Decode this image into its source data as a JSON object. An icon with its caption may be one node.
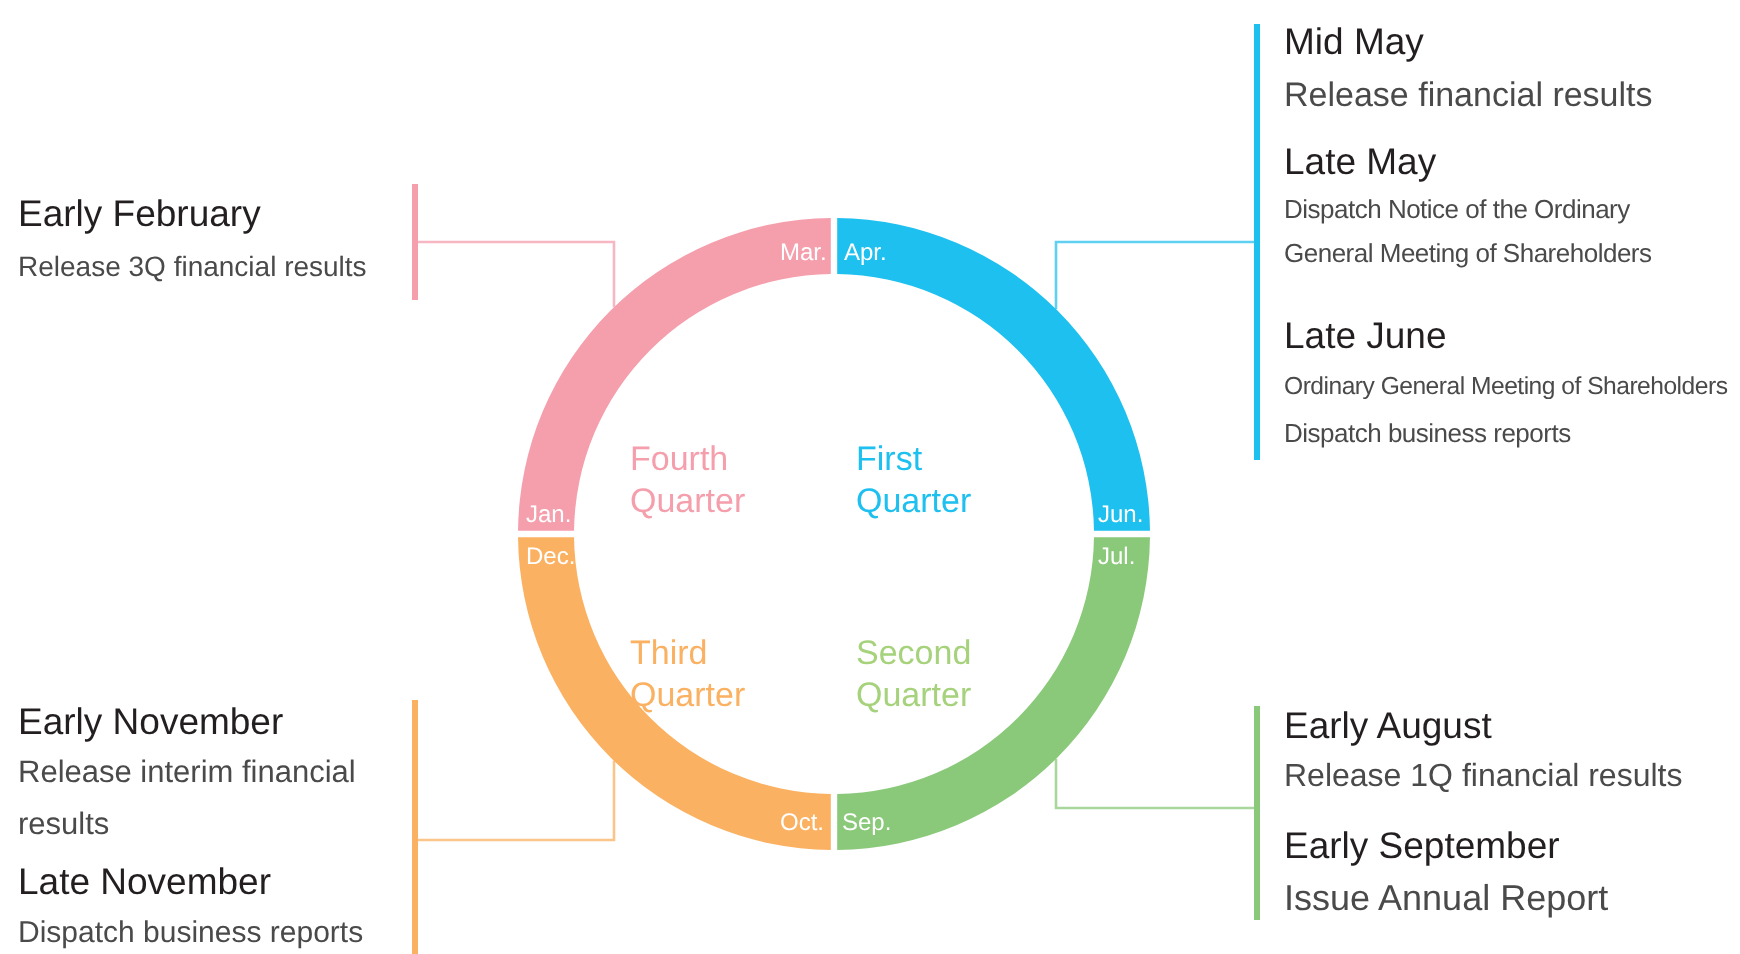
{
  "diagram": {
    "nodes": [
      {
        "text": [],
        "shape": "bar"
      },
      {
        "text": [
          "Mid May",
          "Release financial results"
        ]
      },
      {
        "text": [
          "Late May",
          "Dispatch Notice of the Ordinary General Meeting of Shareholders"
        ]
      },
      {
        "text": [
          "Late June",
          "Ordinary General Meeting of Shareholders",
          "Dispatch business reports"
        ]
      },
      {
        "text": [],
        "shape": "bar"
      },
      {
        "text": [
          "Early February",
          "Release 3Q financial results"
        ]
      },
      {
        "text": [
          "Mar.",
          "Jan."
        ],
        "beside": [
          "Fourth Quarter"
        ]
      },
      {
        "text": [
          "Apr.",
          "Jun."
        ],
        "beside": [
          "First Quarter"
        ]
      },
      {
        "text": [
          "Dec.",
          "Oct."
        ],
        "beside": [
          "Third Quarter"
        ]
      },
      {
        "text": [
          "Jul.",
          "Sep."
        ],
        "beside": [
          "Second Quarter"
        ]
      },
      {
        "text": [],
        "shape": "bar"
      },
      {
        "text": [
          "Early November",
          "Release interim financial results"
        ]
      },
      {
        "text": [
          "Late November",
          "Dispatch business reports"
        ]
      },
      {
        "text": [],
        "shape": "bar"
      },
      {
        "text": [
          "Early August",
          "Release 1Q financial results"
        ]
      },
      {
        "text": [
          "Early September",
          "Issue Annual Report"
        ]
      }
    ],
    "edges": [
      {
        "from": 0,
        "to": 7,
        "arrow": "none",
        "color": "#5fd0f2"
      },
      {
        "from": 4,
        "to": 6,
        "arrow": "none",
        "color": "#f7b7c2"
      },
      {
        "from": 10,
        "to": 8,
        "arrow": "none",
        "color": "#fbc58a"
      },
      {
        "from": 13,
        "to": 9,
        "arrow": "none",
        "color": "#a9d69c"
      }
    ]
  }
}
